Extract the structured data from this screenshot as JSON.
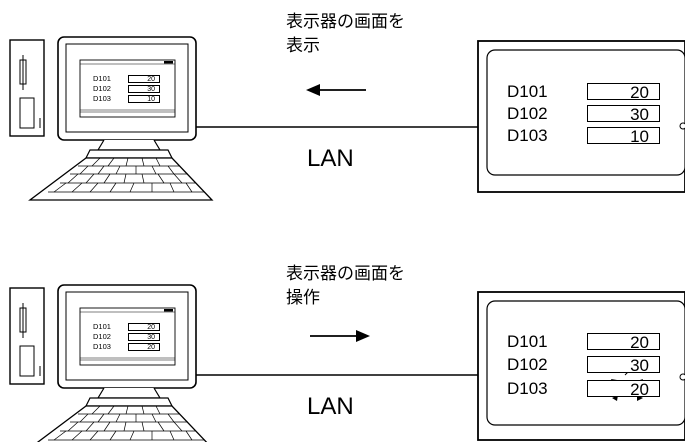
{
  "panels": [
    {
      "id": "top",
      "caption": "表示器の画面を\n表示",
      "arrow": "left",
      "network_label": "LAN",
      "device_rows": [
        {
          "label": "D101",
          "value": "20"
        },
        {
          "label": "D102",
          "value": "30"
        },
        {
          "label": "D103",
          "value": "10"
        }
      ],
      "monitor_rows": [
        {
          "label": "D101",
          "value": "20"
        },
        {
          "label": "D102",
          "value": "30"
        },
        {
          "label": "D103",
          "value": "10"
        }
      ]
    },
    {
      "id": "bottom",
      "caption": "表示器の画面を\n操作",
      "arrow": "right",
      "network_label": "LAN",
      "device_rows": [
        {
          "label": "D101",
          "value": "20"
        },
        {
          "label": "D102",
          "value": "30"
        },
        {
          "label": "D103",
          "value": "20"
        }
      ],
      "monitor_rows": [
        {
          "label": "D101",
          "value": "20"
        },
        {
          "label": "D102",
          "value": "30"
        },
        {
          "label": "D103",
          "value": "20"
        }
      ]
    }
  ]
}
